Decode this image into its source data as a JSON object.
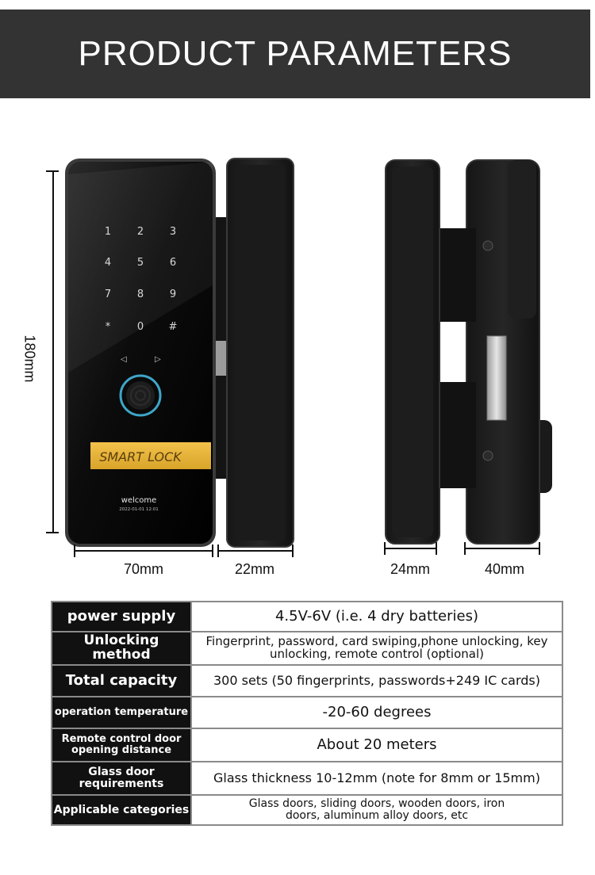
{
  "header": {
    "title": "PRODUCT PARAMETERS"
  },
  "front_lock": {
    "keys": [
      "1",
      "2",
      "3",
      "4",
      "5",
      "6",
      "7",
      "8",
      "9",
      "*",
      "0",
      "#"
    ],
    "label_plate": "SMART LOCK",
    "screen_text": "welcome",
    "screen_datetime": "2022-01-01 12:01"
  },
  "dimensions": {
    "height": "180mm",
    "front_width": "70mm",
    "front_depth": "22mm",
    "side_a": "24mm",
    "side_b": "40mm"
  },
  "specs": [
    {
      "label": "power supply",
      "value": "4.5V-6V (i.e. 4 dry batteries)"
    },
    {
      "label": "Unlocking method",
      "value": "Fingerprint, password, card swiping,phone unlocking, key unlocking, remote control (optional)"
    },
    {
      "label": "Total capacity",
      "value": "300 sets (50 fingerprints, passwords+249 IC cards)"
    },
    {
      "label": "operation temperature",
      "value": "-20-60 degrees"
    },
    {
      "label": "Remote control door opening distance",
      "value": "About 20 meters"
    },
    {
      "label": "Glass door requirements",
      "value": "Glass thickness 10-12mm (note for 8mm or 15mm)"
    },
    {
      "label": "Applicable categories",
      "value": "Glass doors, sliding doors, wooden doors, iron doors, aluminum alloy doors, etc"
    }
  ]
}
